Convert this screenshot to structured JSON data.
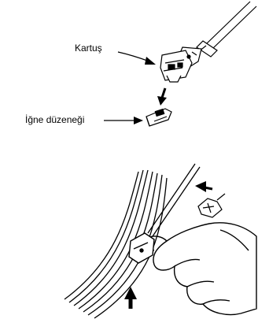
{
  "diagram": {
    "labels": {
      "cartridge": "Kartuş",
      "stylus_assembly": "İğne düzeneği"
    },
    "colors": {
      "line": "#000000",
      "background": "#ffffff"
    },
    "arrows": {
      "top_figure": [
        "label-pointer-cartridge",
        "down-arrow-removal",
        "label-pointer-stylus"
      ],
      "bottom_figure": [
        "left-arrow",
        "up-arrow"
      ]
    }
  }
}
